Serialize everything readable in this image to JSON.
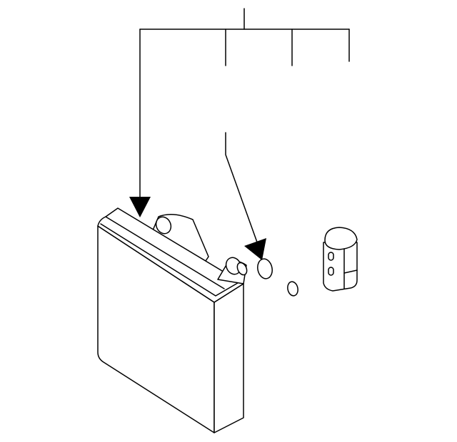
{
  "diagram": {
    "background": "#ffffff",
    "line_color": "#000000",
    "parts": [
      "evaporator-core",
      "o-ring-large",
      "o-ring-small",
      "expansion-valve"
    ],
    "callout_arrows": 2,
    "callout_labels": []
  }
}
